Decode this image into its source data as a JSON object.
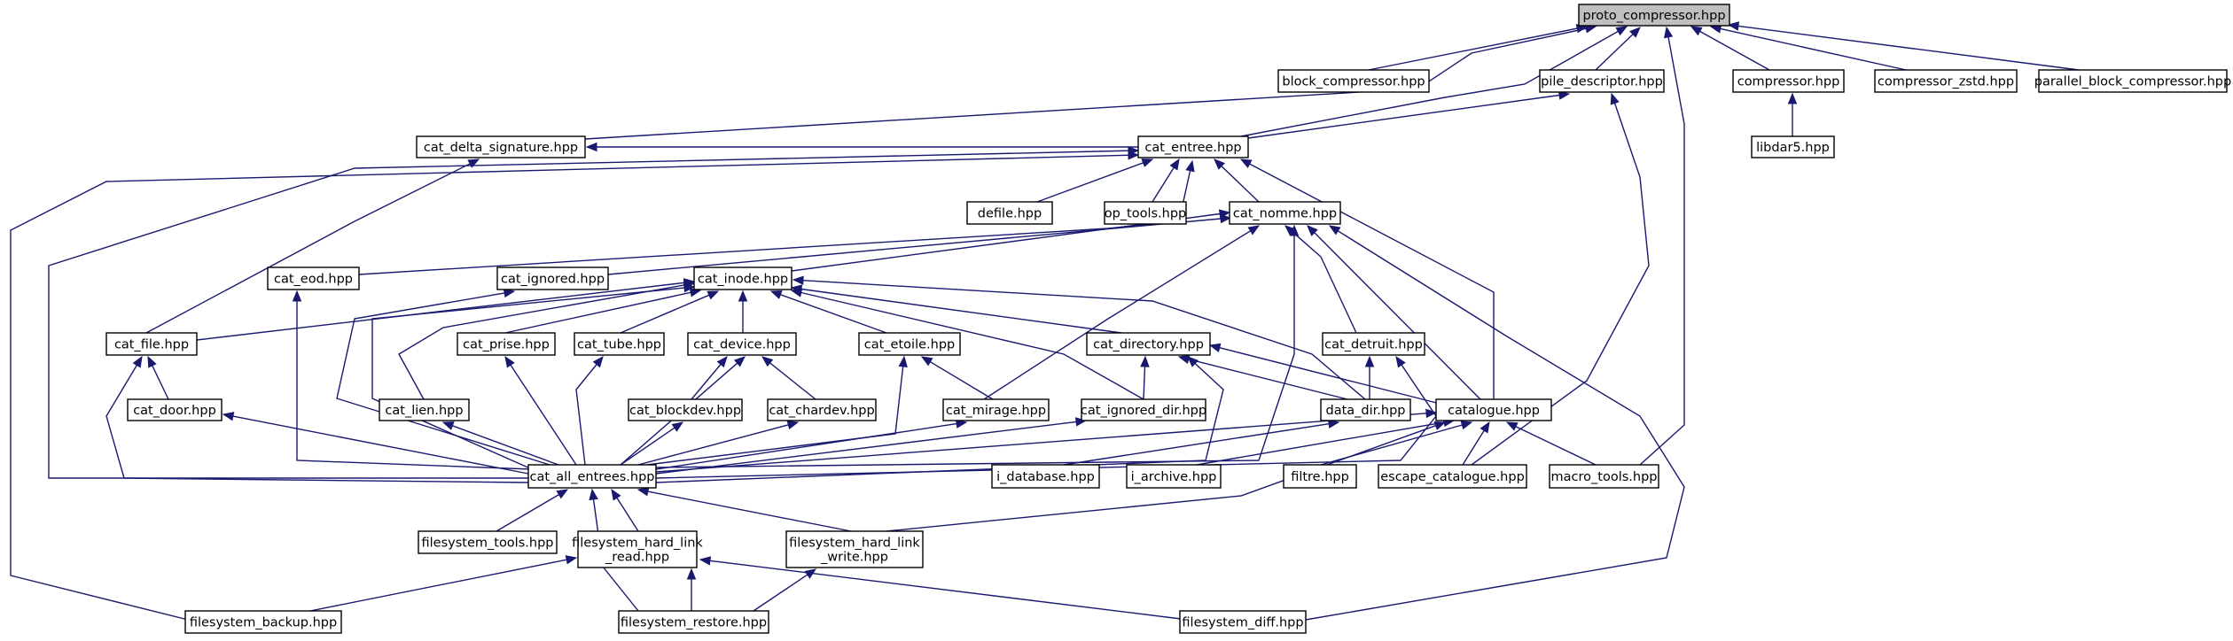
{
  "diagram": {
    "type": "include-dependency-graph",
    "nodes": [
      {
        "id": "proto_compressor",
        "label": "proto_compressor.hpp",
        "highlighted": true
      },
      {
        "id": "block_compressor",
        "label": "block_compressor.hpp"
      },
      {
        "id": "pile_descriptor",
        "label": "pile_descriptor.hpp"
      },
      {
        "id": "compressor",
        "label": "compressor.hpp"
      },
      {
        "id": "compressor_zstd",
        "label": "compressor_zstd.hpp"
      },
      {
        "id": "parallel_block_compressor",
        "label": "parallel_block_compressor.hpp"
      },
      {
        "id": "libdar5",
        "label": "libdar5.hpp"
      },
      {
        "id": "cat_delta_signature",
        "label": "cat_delta_signature.hpp"
      },
      {
        "id": "cat_entree",
        "label": "cat_entree.hpp"
      },
      {
        "id": "defile",
        "label": "defile.hpp"
      },
      {
        "id": "op_tools",
        "label": "op_tools.hpp"
      },
      {
        "id": "cat_nomme",
        "label": "cat_nomme.hpp"
      },
      {
        "id": "cat_eod",
        "label": "cat_eod.hpp"
      },
      {
        "id": "cat_ignored",
        "label": "cat_ignored.hpp"
      },
      {
        "id": "cat_inode",
        "label": "cat_inode.hpp"
      },
      {
        "id": "cat_file",
        "label": "cat_file.hpp"
      },
      {
        "id": "cat_prise",
        "label": "cat_prise.hpp"
      },
      {
        "id": "cat_tube",
        "label": "cat_tube.hpp"
      },
      {
        "id": "cat_device",
        "label": "cat_device.hpp"
      },
      {
        "id": "cat_etoile",
        "label": "cat_etoile.hpp"
      },
      {
        "id": "cat_directory",
        "label": "cat_directory.hpp"
      },
      {
        "id": "cat_detruit",
        "label": "cat_detruit.hpp"
      },
      {
        "id": "cat_door",
        "label": "cat_door.hpp"
      },
      {
        "id": "cat_lien",
        "label": "cat_lien.hpp"
      },
      {
        "id": "cat_blockdev",
        "label": "cat_blockdev.hpp"
      },
      {
        "id": "cat_chardev",
        "label": "cat_chardev.hpp"
      },
      {
        "id": "cat_mirage",
        "label": "cat_mirage.hpp"
      },
      {
        "id": "cat_ignored_dir",
        "label": "cat_ignored_dir.hpp"
      },
      {
        "id": "data_dir",
        "label": "data_dir.hpp"
      },
      {
        "id": "catalogue",
        "label": "catalogue.hpp"
      },
      {
        "id": "cat_all_entrees",
        "label": "cat_all_entrees.hpp"
      },
      {
        "id": "i_database",
        "label": "i_database.hpp"
      },
      {
        "id": "i_archive",
        "label": "i_archive.hpp"
      },
      {
        "id": "filtre",
        "label": "filtre.hpp"
      },
      {
        "id": "escape_catalogue",
        "label": "escape_catalogue.hpp"
      },
      {
        "id": "macro_tools",
        "label": "macro_tools.hpp"
      },
      {
        "id": "filesystem_tools",
        "label": "filesystem_tools.hpp"
      },
      {
        "id": "filesystem_hard_link_read",
        "label": [
          "filesystem_hard_link",
          "_read.hpp"
        ]
      },
      {
        "id": "filesystem_hard_link_write",
        "label": [
          "filesystem_hard_link",
          "_write.hpp"
        ]
      },
      {
        "id": "filesystem_backup",
        "label": "filesystem_backup.hpp"
      },
      {
        "id": "filesystem_restore",
        "label": "filesystem_restore.hpp"
      },
      {
        "id": "filesystem_diff",
        "label": "filesystem_diff.hpp"
      }
    ],
    "edges": [
      {
        "from": "block_compressor",
        "to": "proto_compressor"
      },
      {
        "from": "pile_descriptor",
        "to": "proto_compressor"
      },
      {
        "from": "compressor",
        "to": "proto_compressor"
      },
      {
        "from": "compressor_zstd",
        "to": "proto_compressor"
      },
      {
        "from": "parallel_block_compressor",
        "to": "proto_compressor"
      },
      {
        "from": "cat_delta_signature",
        "to": "proto_compressor"
      },
      {
        "from": "cat_entree",
        "to": "proto_compressor"
      },
      {
        "from": "macro_tools",
        "to": "proto_compressor"
      },
      {
        "from": "libdar5",
        "to": "compressor"
      },
      {
        "from": "cat_entree",
        "to": "pile_descriptor"
      },
      {
        "from": "escape_catalogue",
        "to": "pile_descriptor"
      },
      {
        "from": "cat_entree",
        "to": "cat_delta_signature"
      },
      {
        "from": "cat_file",
        "to": "cat_delta_signature"
      },
      {
        "from": "defile",
        "to": "cat_entree"
      },
      {
        "from": "op_tools",
        "to": "cat_entree"
      },
      {
        "from": "cat_nomme",
        "to": "cat_entree"
      },
      {
        "from": "cat_eod",
        "to": "cat_entree"
      },
      {
        "from": "catalogue",
        "to": "cat_entree"
      },
      {
        "from": "cat_all_entrees",
        "to": "cat_entree"
      },
      {
        "from": "filesystem_backup",
        "to": "cat_entree"
      },
      {
        "from": "cat_ignored",
        "to": "cat_nomme"
      },
      {
        "from": "cat_inode",
        "to": "cat_nomme"
      },
      {
        "from": "cat_detruit",
        "to": "cat_nomme"
      },
      {
        "from": "cat_mirage",
        "to": "cat_nomme"
      },
      {
        "from": "catalogue",
        "to": "cat_nomme"
      },
      {
        "from": "cat_all_entrees",
        "to": "cat_nomme"
      },
      {
        "from": "filesystem_diff",
        "to": "cat_nomme"
      },
      {
        "from": "cat_file",
        "to": "cat_inode"
      },
      {
        "from": "cat_prise",
        "to": "cat_inode"
      },
      {
        "from": "cat_tube",
        "to": "cat_inode"
      },
      {
        "from": "cat_device",
        "to": "cat_inode"
      },
      {
        "from": "cat_etoile",
        "to": "cat_inode"
      },
      {
        "from": "cat_directory",
        "to": "cat_inode"
      },
      {
        "from": "cat_lien",
        "to": "cat_inode"
      },
      {
        "from": "cat_ignored_dir",
        "to": "cat_inode"
      },
      {
        "from": "data_dir",
        "to": "cat_inode"
      },
      {
        "from": "cat_all_entrees",
        "to": "cat_inode"
      },
      {
        "from": "cat_door",
        "to": "cat_file"
      },
      {
        "from": "cat_all_entrees",
        "to": "cat_file"
      },
      {
        "from": "cat_blockdev",
        "to": "cat_device"
      },
      {
        "from": "cat_chardev",
        "to": "cat_device"
      },
      {
        "from": "cat_all_entrees",
        "to": "cat_device"
      },
      {
        "from": "cat_mirage",
        "to": "cat_etoile"
      },
      {
        "from": "cat_all_entrees",
        "to": "cat_etoile"
      },
      {
        "from": "cat_ignored_dir",
        "to": "cat_directory"
      },
      {
        "from": "data_dir",
        "to": "cat_directory"
      },
      {
        "from": "catalogue",
        "to": "cat_directory"
      },
      {
        "from": "cat_all_entrees",
        "to": "cat_directory"
      },
      {
        "from": "data_dir",
        "to": "cat_detruit"
      },
      {
        "from": "cat_all_entrees",
        "to": "cat_detruit"
      },
      {
        "from": "cat_all_entrees",
        "to": "cat_eod"
      },
      {
        "from": "cat_all_entrees",
        "to": "cat_ignored"
      },
      {
        "from": "cat_all_entrees",
        "to": "cat_door"
      },
      {
        "from": "cat_all_entrees",
        "to": "cat_lien"
      },
      {
        "from": "cat_all_entrees",
        "to": "cat_prise"
      },
      {
        "from": "cat_all_entrees",
        "to": "cat_tube"
      },
      {
        "from": "cat_all_entrees",
        "to": "cat_blockdev"
      },
      {
        "from": "cat_all_entrees",
        "to": "cat_chardev"
      },
      {
        "from": "cat_all_entrees",
        "to": "cat_mirage"
      },
      {
        "from": "cat_all_entrees",
        "to": "cat_ignored_dir"
      },
      {
        "from": "i_database",
        "to": "data_dir"
      },
      {
        "from": "i_archive",
        "to": "catalogue"
      },
      {
        "from": "filtre",
        "to": "catalogue"
      },
      {
        "from": "escape_catalogue",
        "to": "catalogue"
      },
      {
        "from": "macro_tools",
        "to": "catalogue"
      },
      {
        "from": "cat_all_entrees",
        "to": "catalogue"
      },
      {
        "from": "filesystem_hard_link_write",
        "to": "catalogue"
      },
      {
        "from": "filesystem_tools",
        "to": "cat_all_entrees"
      },
      {
        "from": "filesystem_hard_link_read",
        "to": "cat_all_entrees"
      },
      {
        "from": "filesystem_hard_link_write",
        "to": "cat_all_entrees"
      },
      {
        "from": "filesystem_restore",
        "to": "cat_all_entrees"
      },
      {
        "from": "filesystem_backup",
        "to": "filesystem_hard_link_read"
      },
      {
        "from": "filesystem_restore",
        "to": "filesystem_hard_link_read"
      },
      {
        "from": "filesystem_diff",
        "to": "filesystem_hard_link_read"
      },
      {
        "from": "filesystem_restore",
        "to": "filesystem_hard_link_write"
      }
    ],
    "colors": {
      "edge": "#191970",
      "node_border": "#000000",
      "node_fill": "#ffffff",
      "highlight_fill": "#bfbfbf",
      "text": "#000000"
    }
  }
}
